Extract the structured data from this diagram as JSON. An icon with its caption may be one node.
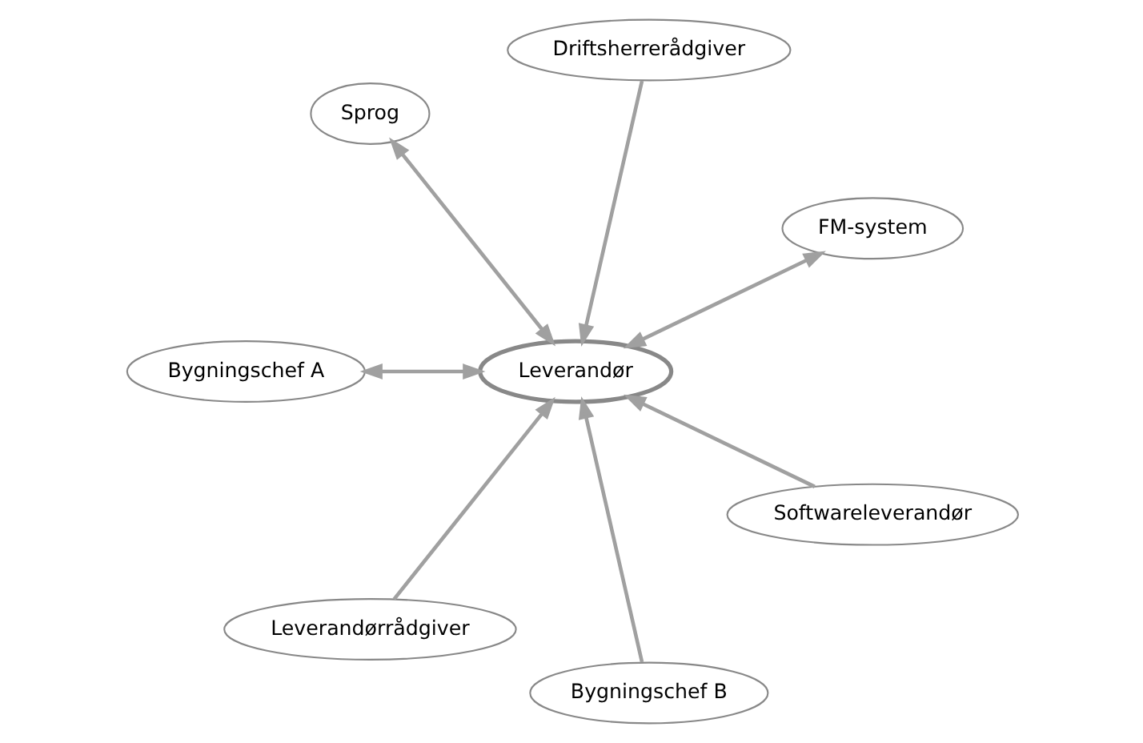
{
  "diagram": {
    "nodes": [
      {
        "text": [
          "FM-system"
        ]
      },
      {
        "text": [
          "Driftsherrerådgiver"
        ]
      },
      {
        "text": [
          "Sprog"
        ]
      },
      {
        "text": [
          "Bygningschef A"
        ]
      },
      {
        "text": [
          "Leverandør"
        ]
      },
      {
        "text": [
          "Leverandørrådgiver"
        ]
      },
      {
        "text": [
          "Bygningschef B"
        ]
      },
      {
        "text": [
          "Softwareleverandør"
        ]
      }
    ],
    "edges": [
      {
        "from": 0,
        "to": 4,
        "arrow": "both"
      },
      {
        "from": 1,
        "to": 4,
        "arrow": "to"
      },
      {
        "from": 2,
        "to": 4,
        "arrow": "both"
      },
      {
        "from": 3,
        "to": 4,
        "arrow": "both"
      },
      {
        "from": 5,
        "to": 4,
        "arrow": "to"
      },
      {
        "from": 6,
        "to": 4,
        "arrow": "to"
      },
      {
        "from": 7,
        "to": 4,
        "arrow": "to"
      }
    ]
  }
}
